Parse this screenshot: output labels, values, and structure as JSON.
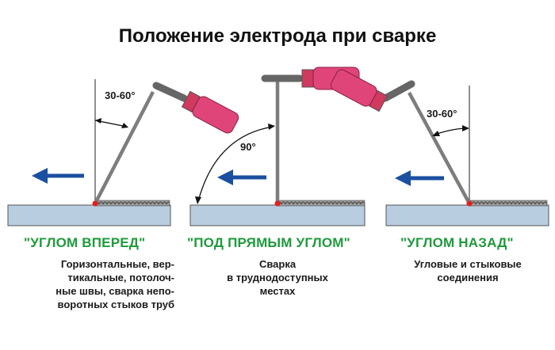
{
  "title": "Положение электрода при сварке",
  "colors": {
    "caption": "#1f9a3c",
    "arrow": "#1b4fa0",
    "holder": "#d2335b",
    "metal": "#b8cde0",
    "electrode": "#8c8c8c"
  },
  "panels": [
    {
      "caption": "\"УГЛОМ ВПЕРЕД\"",
      "angle_label": "30-60°",
      "description": [
        "Горизонтальные, вер-",
        "тикальные, потолоч-",
        "ные швы, сварка непо-",
        "воротных стыков труб"
      ]
    },
    {
      "caption": "\"ПОД ПРЯМЫМ УГЛОМ\"",
      "angle_label": "90°",
      "description": [
        "Сварка",
        "в труднодоступных",
        "местах"
      ]
    },
    {
      "caption": "\"УГЛОМ НАЗАД\"",
      "angle_label": "30-60°",
      "description": [
        "Угловые и стыковые",
        "соединения"
      ]
    }
  ]
}
